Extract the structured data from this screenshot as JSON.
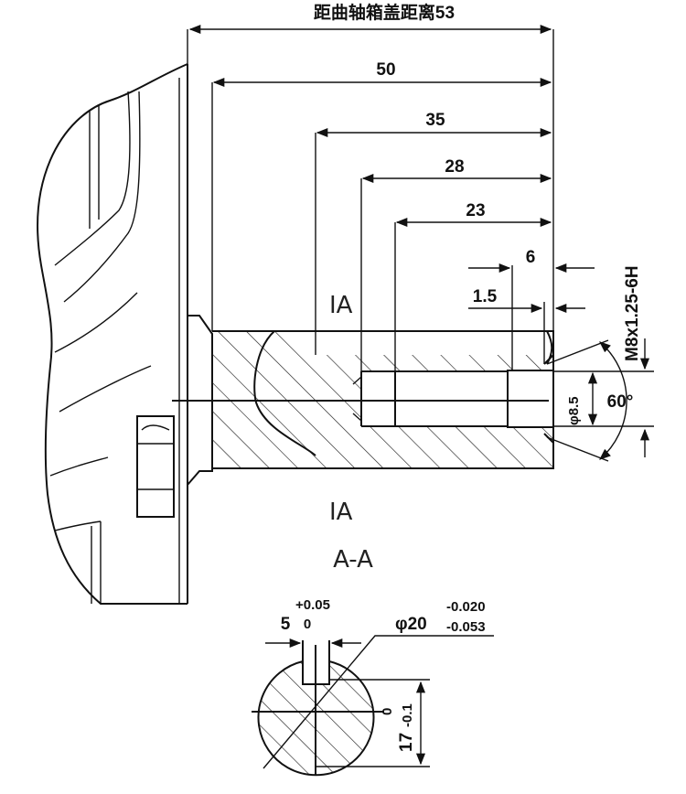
{
  "labels": {
    "crank_cover_distance": "距曲轴箱盖距离53",
    "dim_50": "50",
    "dim_35": "35",
    "dim_28": "28",
    "dim_23": "23",
    "dim_6": "6",
    "dim_1_5": "1.5",
    "thread": "M8x1.25-6H",
    "bore_dia": "φ8.5",
    "angle": "60°",
    "section_mark_top": "IA",
    "section_mark_bottom": "IA",
    "section_title": "A-A",
    "key_width": "5",
    "key_tol_upper": "+0.05",
    "key_tol_lower": "0",
    "shaft_dia": "φ20",
    "shaft_tol_upper": "-0.020",
    "shaft_tol_lower": "-0.053",
    "key_depth": "17",
    "key_depth_tol_upper": "0",
    "key_depth_tol_lower": "-0.1"
  }
}
